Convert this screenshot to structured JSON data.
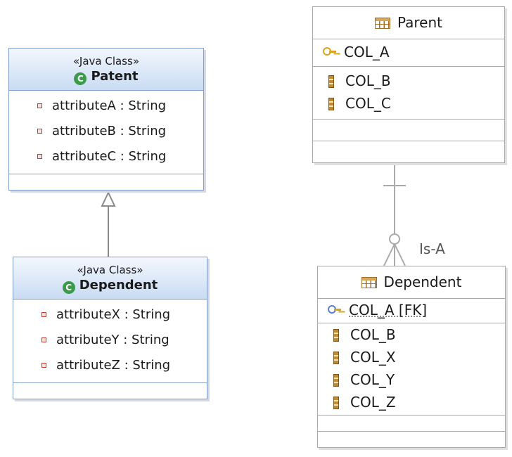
{
  "uml_parent": {
    "stereotype": "«Java Class»",
    "name": "Patent",
    "icon": "class-c-icon",
    "attributes": [
      "attributeA : String",
      "attributeB : String",
      "attributeC : String"
    ]
  },
  "uml_child": {
    "stereotype": "«Java Class»",
    "name": "Dependent",
    "icon": "class-c-icon",
    "attributes": [
      "attributeX : String",
      "attributeY : String",
      "attributeZ : String"
    ]
  },
  "table_parent": {
    "name": "Parent",
    "pk_columns": [
      "COL_A"
    ],
    "columns": [
      "COL_B",
      "COL_C"
    ]
  },
  "table_child": {
    "name": "Dependent",
    "pk_columns": [
      "COL_A [FK]"
    ],
    "columns": [
      "COL_B",
      "COL_X",
      "COL_Y",
      "COL_Z"
    ]
  },
  "relationship": {
    "label": "Is-A"
  },
  "colors": {
    "uml_border": "#7f9dc6",
    "class_icon": "#3c9a4b",
    "private_marker": "#c8352b",
    "table_border": "#a8a8a8",
    "connector": "#9a9a9a"
  }
}
